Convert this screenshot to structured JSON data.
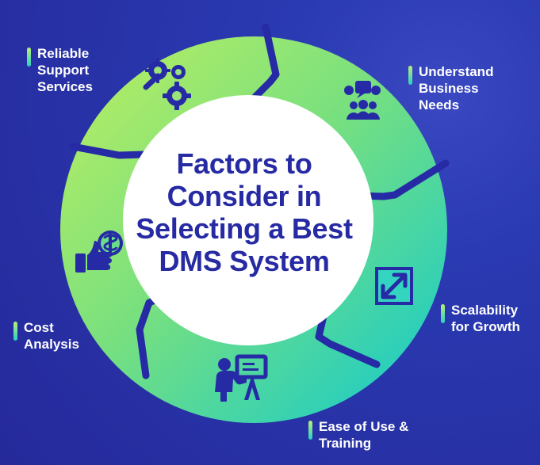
{
  "title_lines": [
    "Factors to",
    "Consider in",
    "Selecting a Best",
    "DMS System"
  ],
  "factors": [
    {
      "lines": [
        "Reliable",
        "Support",
        "Services"
      ],
      "icon": "gears-icon"
    },
    {
      "lines": [
        "Understand",
        "Business",
        "Needs"
      ],
      "icon": "team-ideas-icon"
    },
    {
      "lines": [
        "Scalability",
        "for Growth"
      ],
      "icon": "expand-arrows-icon"
    },
    {
      "lines": [
        "Ease of Use &",
        "Training"
      ],
      "icon": "presentation-icon"
    },
    {
      "lines": [
        "Cost",
        "Analysis"
      ],
      "icon": "thumbs-up-dollar-icon"
    }
  ],
  "colors": {
    "background": "#25299a",
    "title_text": "#262aa3",
    "ring_light": "#a6e76b",
    "ring_dark": "#22d0b8",
    "segment_divider": "#272a9e"
  }
}
